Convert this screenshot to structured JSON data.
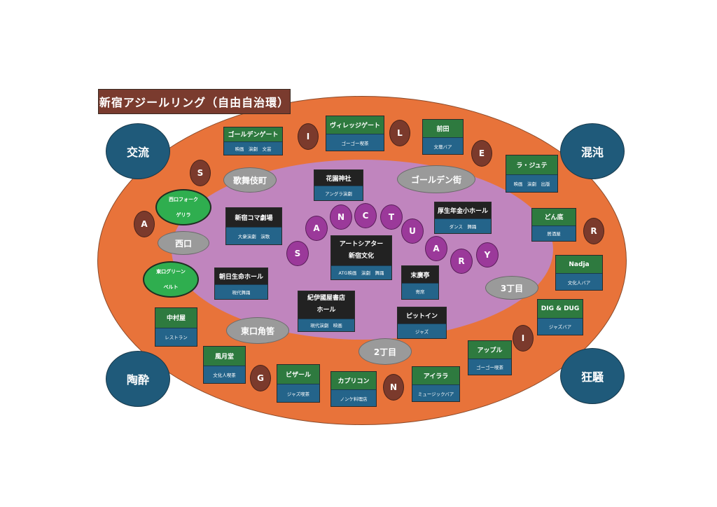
{
  "title": "新宿アジールリング（自由自治環）",
  "corners": [
    "交流",
    "混沌",
    "陶酔",
    "狂騒"
  ],
  "districts": [
    "歌舞伎町",
    "ゴールデン街",
    "西口",
    "3丁目",
    "東口角筈",
    "2丁目"
  ],
  "green_zones": [
    {
      "line1": "西口フォーク",
      "line2": "ゲリラ"
    },
    {
      "line1": "東口グリーン",
      "line2": "ベルト"
    }
  ],
  "outer_letters": [
    "A",
    "S",
    "I",
    "L",
    "E",
    "R",
    "I",
    "N",
    "G"
  ],
  "inner_letters": [
    "S",
    "A",
    "N",
    "C",
    "T",
    "U",
    "A",
    "R",
    "Y"
  ],
  "outer_venues": [
    {
      "name": "ゴールデンゲート",
      "genre": "映画　演劇　文芸"
    },
    {
      "name": "ヴィレッジゲート",
      "genre": "ゴーゴー喫茶"
    },
    {
      "name": "前田",
      "genre": "文壇バア"
    },
    {
      "name": "ラ・ジュテ",
      "genre": "映画　演劇　出版"
    },
    {
      "name": "どん底",
      "genre": "居酒屋"
    },
    {
      "name": "Nadja",
      "genre": "文化人バア"
    },
    {
      "name": "DIG & DUG",
      "genre": "ジャズバア"
    },
    {
      "name": "アップル",
      "genre": "ゴーゴー喫茶"
    },
    {
      "name": "アイララ",
      "genre": "ミュージックバア"
    },
    {
      "name": "カプリコン",
      "genre": "ノンケ料理店"
    },
    {
      "name": "ビザール",
      "genre": "ジャズ喫茶"
    },
    {
      "name": "風月堂",
      "genre": "文化人喫茶"
    },
    {
      "name": "中村屋",
      "genre": "レストラン"
    }
  ],
  "inner_venues": [
    {
      "name": "花園神社",
      "genre": "アングラ演劇"
    },
    {
      "name": "新宿コマ劇場",
      "genre": "大衆演劇　演歌"
    },
    {
      "name": "厚生年金小ホール",
      "genre": "ダンス　舞踊"
    },
    {
      "name": "アートシアター\n新宿文化",
      "genre": "ATG映画　演劇　舞踊"
    },
    {
      "name": "末廣亭",
      "genre": "寄席"
    },
    {
      "name": "朝日生命ホール",
      "genre": "現代舞踊"
    },
    {
      "name": "紀伊國屋書店\nホール",
      "genre": "現代演劇　映画"
    },
    {
      "name": "ピットイン",
      "genre": "ジャズ"
    }
  ],
  "colors": {
    "outer_ring": "#e8733a",
    "inner_ring": "#c085be",
    "title_bg": "#7a3b2e",
    "corner": "#1f5a7a",
    "venue_header_outer": "#2e7a3f",
    "venue_header_inner": "#222222",
    "venue_body": "#24648a",
    "district": "#9a9a9a",
    "letter_outer": "#7b3a2c",
    "letter_inner": "#9b399a",
    "green_zone": "#2fae4f"
  }
}
